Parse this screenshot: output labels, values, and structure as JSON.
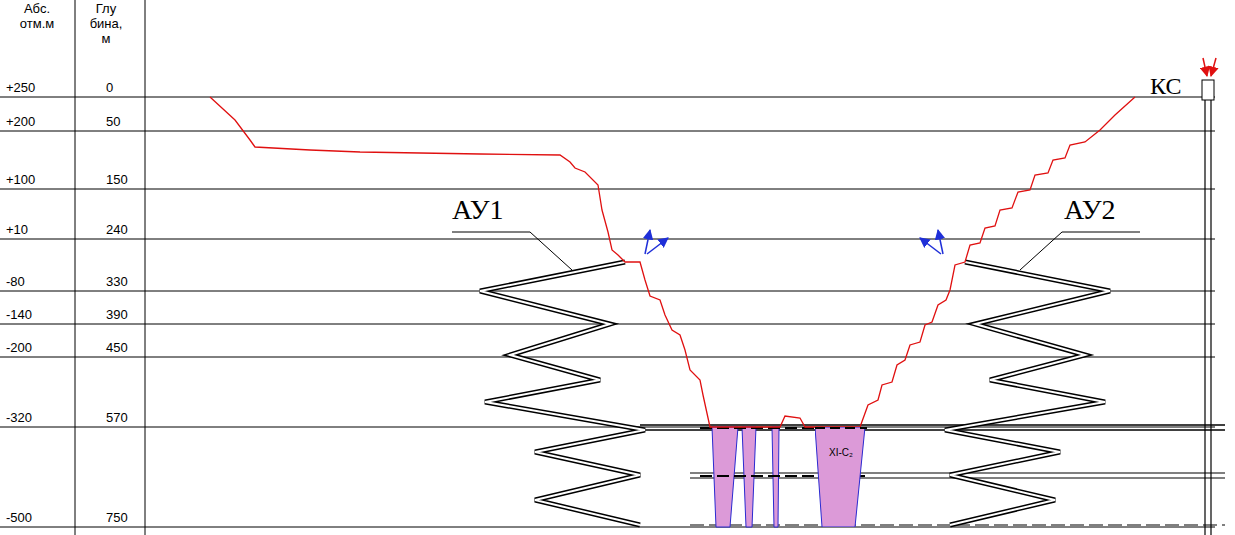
{
  "diagram": {
    "nodes": [
      {
        "text": [
          "XI-C₂"
        ]
      }
    ],
    "labels": [
      "Абс. отм.м",
      "Глу бина, м",
      "+250",
      "0",
      "+200",
      "50",
      "+100",
      "150",
      "+10",
      "240",
      "-80",
      "330",
      "-140",
      "390",
      "-200",
      "450",
      "-320",
      "570",
      "-500",
      "750",
      "АУ1",
      "АУ2",
      "КС"
    ]
  }
}
